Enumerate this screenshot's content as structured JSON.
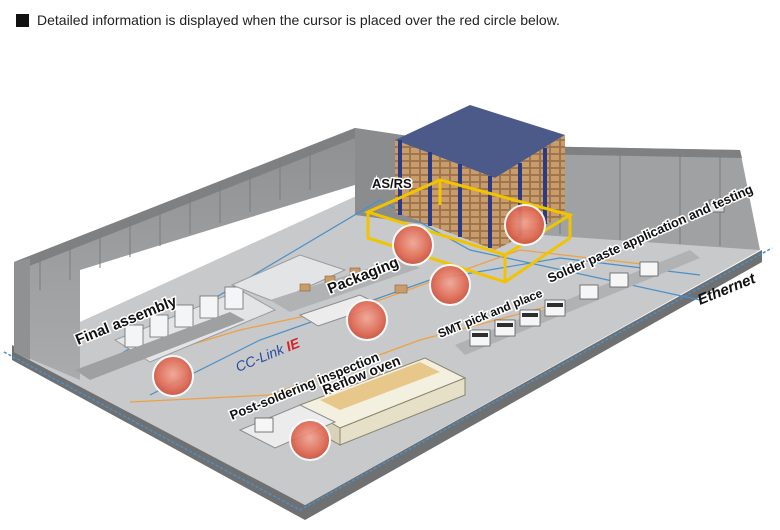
{
  "header": {
    "icon": "square-bullet-icon",
    "text": "Detailed information is displayed when the cursor is placed over the red circle below."
  },
  "zones": {
    "asrs": "AS/RS",
    "packaging": "Packaging",
    "final_assembly": "Final assembly",
    "solder_paste": "Solder paste application and testing",
    "smt": "SMT pick and place",
    "reflow": "Reflow oven",
    "post_soldering": "Post-soldering inspection"
  },
  "network": {
    "ethernet": "Ethernet",
    "cclink_prefix": "CC-Link ",
    "cclink_suffix": "IE"
  },
  "colors": {
    "hotspot": "#e06a55",
    "ethernet_line": "#4a90c8",
    "cclink_line": "#f0a040",
    "rack_frame": "#3a4fa0",
    "fence": "#f2c400",
    "wall": "#9a9c9e",
    "floor": "#c6c8ca"
  },
  "hotspots": [
    "asrs-left",
    "asrs-right",
    "packaging-upper",
    "packaging-lower",
    "final-assembly",
    "post-soldering"
  ]
}
